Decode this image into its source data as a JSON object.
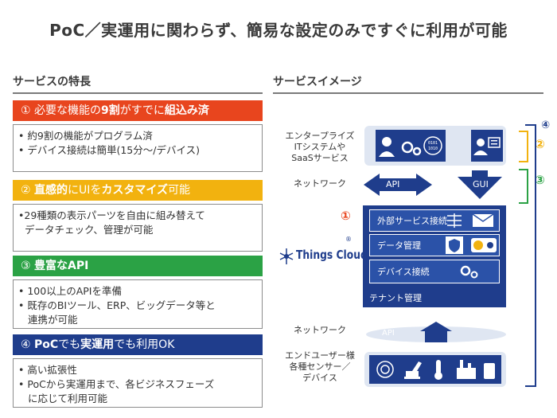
{
  "title": "PoC／実運用に関わらず、簡易な設定のみですぐに利用が可能",
  "left_heading": "サービスの特長",
  "right_heading": "サービスイメージ",
  "features": [
    {
      "num": "①",
      "header_parts": [
        " 必要な機能の",
        "9割",
        "がすでに",
        "組込み済"
      ],
      "color": "#e8451e",
      "bullets": [
        {
          "text": "• 約9割の機能がプログラム済",
          "cont": ""
        },
        {
          "text": "• デバイス接続は簡単(15分～/デバイス)",
          "cont": ""
        }
      ]
    },
    {
      "num": "②",
      "header_parts": [
        " ",
        "直感的",
        "にUIを",
        "カスタマイズ",
        "可能"
      ],
      "color": "#f2b20f",
      "bullets": [
        {
          "text": "•29種類の表示パーツを自由に組み替えて",
          "cont": "データチェック、管理が可能"
        }
      ]
    },
    {
      "num": "③",
      "header_parts": [
        " ",
        "豊富なAPI"
      ],
      "color": "#2ba245",
      "bullets": [
        {
          "text": "• 100以上のAPIを準備",
          "cont": ""
        },
        {
          "text": "• 既存のBIツール、ERP、ビッグデータ等と",
          "cont": "連携が可能"
        }
      ]
    },
    {
      "num": "④",
      "header_parts": [
        " ",
        "PoC",
        "でも",
        "実運用",
        "でも利用OK"
      ],
      "color": "#1f3d8c",
      "bullets": [
        {
          "text": "• 高い拡張性",
          "cont": ""
        },
        {
          "text": "• PoCから実運用まで、各ビジネスフェーズ",
          "cont": "に応じて利用可能"
        }
      ]
    }
  ],
  "diagram": {
    "enterprise_label_1": "エンタープライズ",
    "enterprise_label_2": "ITシステムや",
    "enterprise_label_3": "SaaSサービス",
    "network_label_top": "ネットワーク",
    "network_label_bottom": "ネットワーク",
    "api_top": "API",
    "gui": "GUI",
    "api_bottom": "API",
    "external_service": "外部サービス接続",
    "data_management": "データ管理",
    "device_connection": "デバイス接続",
    "tenant_management": "テナント管理",
    "logo_text": "Things Cloud",
    "registered": "®",
    "end_label_1": "エンドユーザー様",
    "end_label_2": "各種センサー／",
    "end_label_3": "デバイス",
    "num_1": "①",
    "num_2": "②",
    "num_3": "③",
    "num_4": "④",
    "colors": {
      "box": "#1f3d8c",
      "inner": "#2b52a8",
      "panel": "#dfe6f2",
      "red": "#e8451e",
      "yellow": "#f2b20f",
      "green": "#2ba245",
      "navy": "#1f3d8c"
    }
  }
}
